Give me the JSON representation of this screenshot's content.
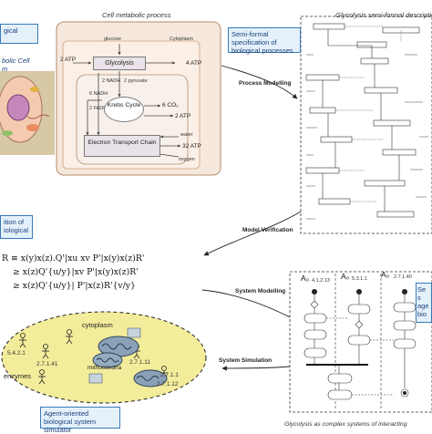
{
  "top_left_box": {
    "line1": "gical",
    "line2": "bolic Cell",
    "line3": "m"
  },
  "metabolic_process": {
    "title": "Cell metabolic process",
    "glucose": "glucose",
    "cytoplasm": "Cytoplasm",
    "glycolysis": "Glycolysis",
    "atp_in": "2 ATP",
    "atp_out": "4 ATP",
    "nadh_1": "2 NADH",
    "pyruvate": "2 pyruvate",
    "nadh_2": "6 NADH",
    "fadh": "2 FADH₂",
    "krebs": "Krebs Cycle",
    "co2": "6 CO₂",
    "krebs_atp": "2 ATP",
    "etc": "Electron Transport Chain",
    "water": "water",
    "oxygen": "oxygen",
    "etc_atp": "32 ATP"
  },
  "semi_formal_box": {
    "text": "Semi-formal specification of biological processes"
  },
  "glycolysis_desc_title": "Glycolysis semi-formal description",
  "arrows": {
    "process_modelling": "Process Modelling",
    "model_verification": "Model Verification",
    "system_modelling": "System Modelling",
    "system_simulation": "System Simulation"
  },
  "left_mid_box": {
    "line1": "ition of",
    "line2": "iological"
  },
  "formula": {
    "line1": "R  ≡ x(y)x(z).Q'|xu xv P'|x(y)x(z)R'",
    "line2": "≥ x(z)Q'{u/y}|xv P'|x(y)x(z)R'",
    "line3": "≥ x(z)Q'{u/y}| P'|x(z)R'{v/y}"
  },
  "agents": [
    "A₀",
    "A₀",
    "A₀"
  ],
  "agent_ids": [
    "4.1.2.13",
    "5.3.1.1",
    "2.7.1.40"
  ],
  "right_box": {
    "line1": "Se",
    "line2": "s",
    "line3": "age",
    "line4": "bio"
  },
  "simulation": {
    "cytoplasm": "cytoplasm",
    "mitochondria": "mithocondria",
    "enzymes": "enzymes",
    "ids": [
      "5.4.2.1",
      "2.7.1.41",
      "2.7.1.11",
      "2.7.1.12",
      "2.7.1.1"
    ]
  },
  "simulator_box": {
    "text": "Agent-oriented biological system simulator"
  },
  "glycolysis_complex_title": "Glycolysis as complex systems of interacting",
  "colors": {
    "box_fill": "#e4f1fb",
    "box_border": "#3a7ab8",
    "ellipse_fill": "#f3ec9b",
    "cell_fill": "#f7d9c4"
  }
}
